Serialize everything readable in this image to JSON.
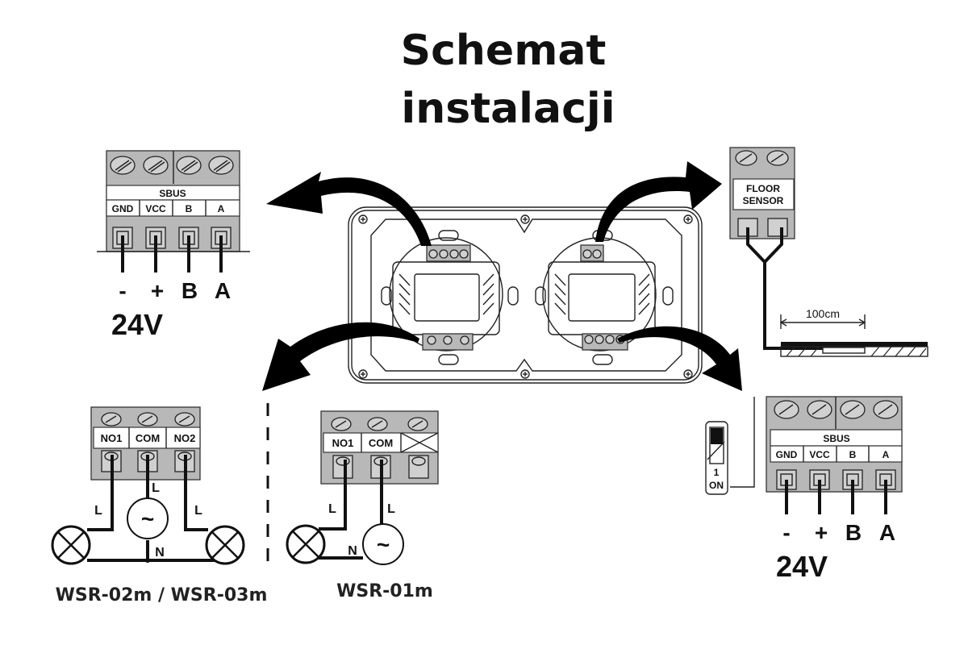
{
  "title": {
    "line1": "Schemat",
    "line2": "instalacji"
  },
  "sbus_left": {
    "header": "SBUS",
    "terminals": [
      "GND",
      "VCC",
      "B",
      "A"
    ],
    "wire_labels": [
      "-",
      "+",
      "B",
      "A"
    ],
    "voltage": "24V"
  },
  "sbus_right": {
    "header": "SBUS",
    "terminals": [
      "GND",
      "VCC",
      "B",
      "A"
    ],
    "wire_labels": [
      "-",
      "+",
      "B",
      "A"
    ],
    "voltage": "24V",
    "dip_switch": {
      "number": "1",
      "label": "ON"
    }
  },
  "floor_sensor": {
    "label_line1": "FLOOR",
    "label_line2": "SENSOR",
    "distance": "100cm"
  },
  "relay_double": {
    "terminals": [
      "NO1",
      "COM",
      "NO2"
    ],
    "wire_labels": {
      "left": "L",
      "center": "L",
      "right": "L",
      "neutral": "N"
    },
    "model": "WSR-02m / WSR-03m"
  },
  "relay_single": {
    "terminals": [
      "NO1",
      "COM"
    ],
    "wire_labels": {
      "left": "L",
      "center": "L",
      "neutral": "N"
    },
    "source_symbol": "~",
    "model": "WSR-01m"
  },
  "source_symbol": "~"
}
